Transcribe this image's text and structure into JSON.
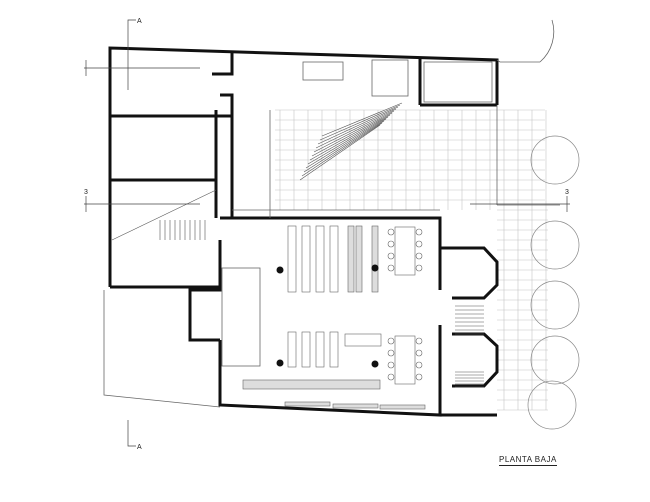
{
  "drawing": {
    "title": "PLANTA BAJA",
    "section_markers": {
      "a_top": "A",
      "a_bottom": "A",
      "three_left": "3",
      "three_right": "3"
    },
    "colors": {
      "wall": "#111111",
      "line": "#777777",
      "paving": "#bbbbbb"
    }
  }
}
